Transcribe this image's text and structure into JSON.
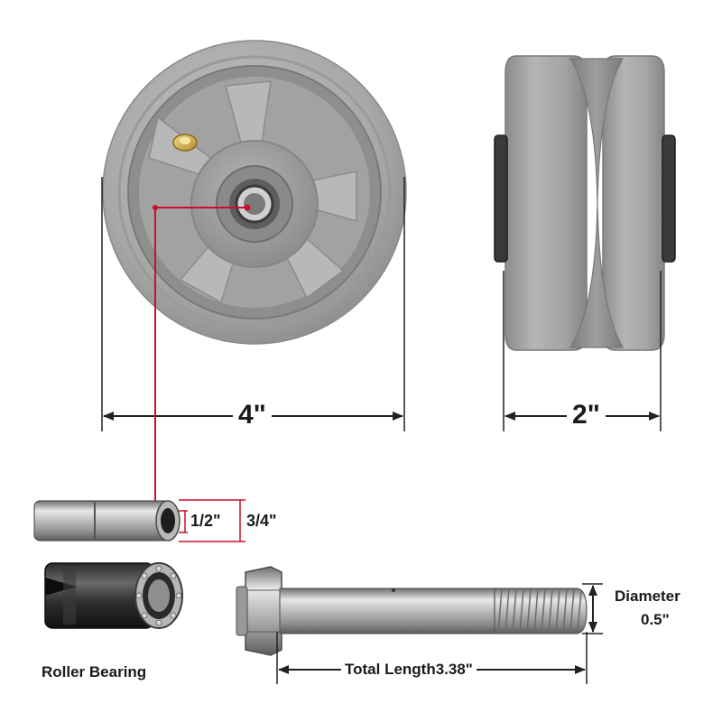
{
  "dimensions": {
    "wheel_diameter": "4\"",
    "wheel_width": "2\"",
    "bushing_inner": "1/2\"",
    "bushing_outer": "3/4\"",
    "axle_diameter_label": "Diameter",
    "axle_diameter_value": "0.5\"",
    "axle_total_length": "Total Length3.38\""
  },
  "captions": {
    "roller_bearing": "Roller Bearing"
  },
  "colors": {
    "accent_red": "#c8102e",
    "dim_line": "#222222",
    "metal_gray": "#9a9a9a"
  }
}
